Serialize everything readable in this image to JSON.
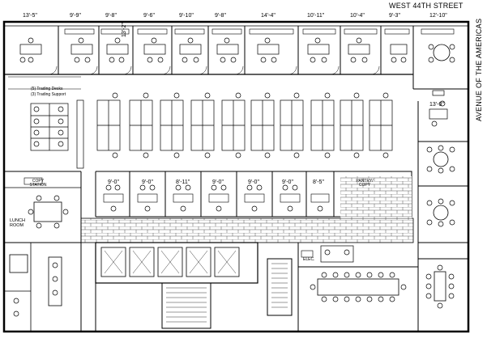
{
  "street": "WEST 44TH STREET",
  "avenue": "AVENUE OF THE AMERICAS",
  "top_dimensions": [
    "13'-5\"",
    "9'-9\"",
    "9'-8\"",
    "9'-6\"",
    "9'-10\"",
    "9'-8\"",
    "14'-4\"",
    "10'-11\"",
    "10'-4\"",
    "9'-3\"",
    "12'-10\""
  ],
  "office_13_2": "13'-2\"",
  "office_13_0": "13'-0\"",
  "trading_desks": "(5) Trading Desks",
  "trading_support": "(3) Trading Support",
  "copy_station": "COPY STATION",
  "lunch_room": "LUNCH ROOM",
  "office_dimensions": [
    "9'-0\"",
    "9'-0\"",
    "8'-11\"",
    "9'-0\"",
    "9'-0\"",
    "9'-0\"",
    "8'-5\""
  ],
  "pantry_copy": "PANTRY/ COPY",
  "elec": "ELEC."
}
